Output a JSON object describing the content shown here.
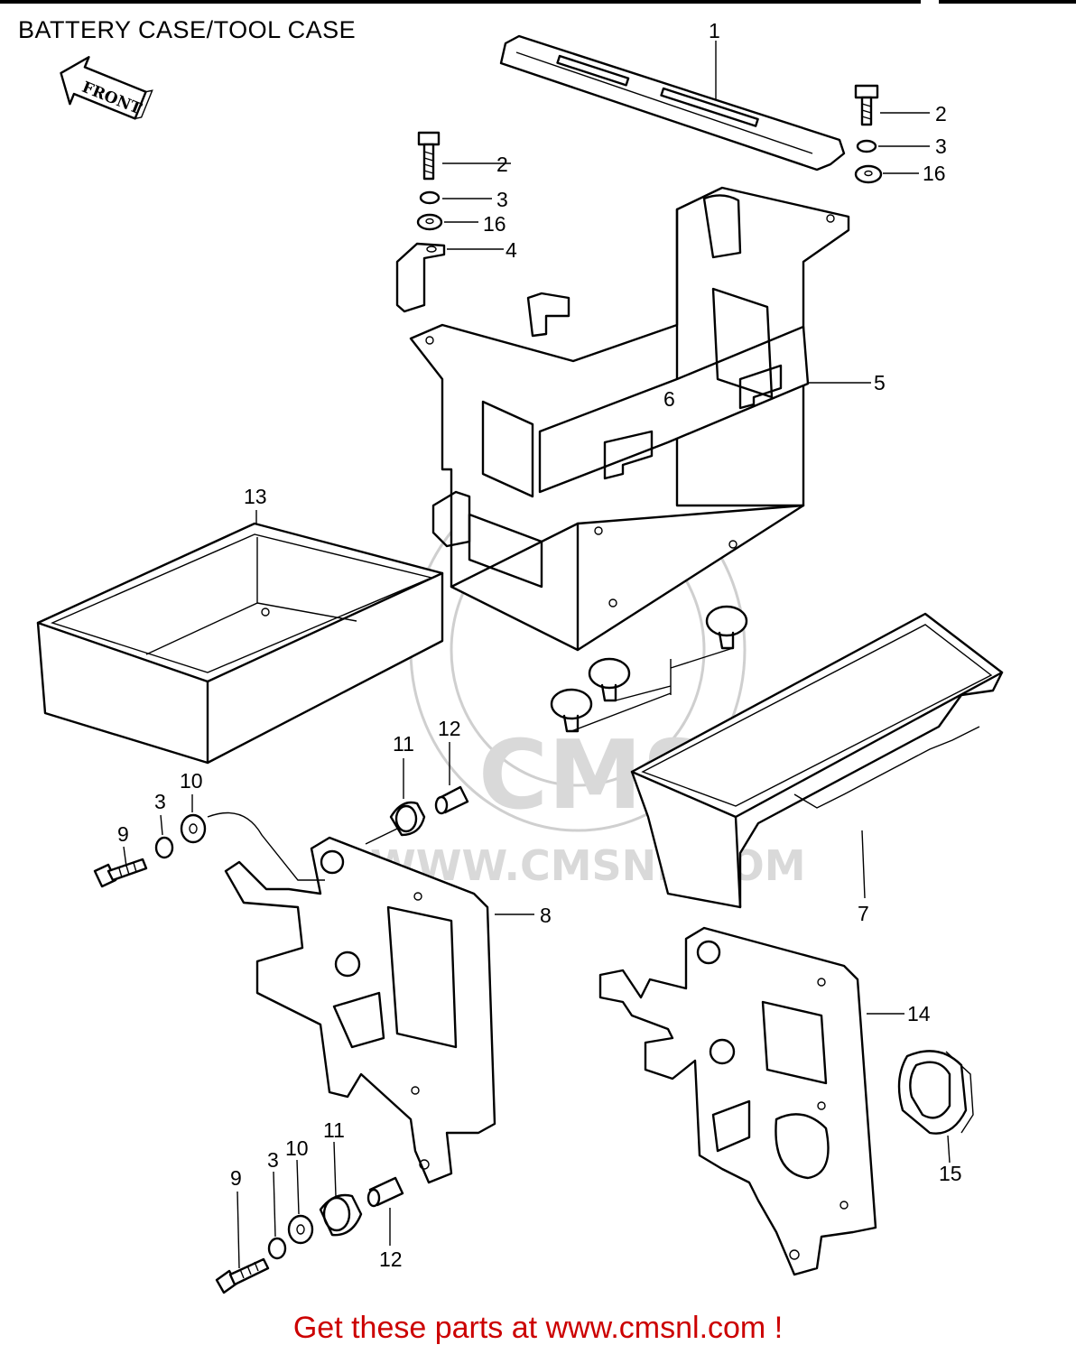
{
  "header": {
    "title": "BATTERY CASE/TOOL CASE"
  },
  "front_arrow": {
    "label": "FRONT"
  },
  "watermark": {
    "logo_text": "CMS",
    "url_text": "WWW.CMSNL.COM"
  },
  "footer": {
    "text": "Get these parts at www.cmsnl.com !",
    "color": "#cc0000"
  },
  "callouts": {
    "c1": "1",
    "c2a": "2",
    "c3a": "3",
    "c16a": "16",
    "c2b": "2",
    "c3b": "3",
    "c16b": "16",
    "c4": "4",
    "c5": "5",
    "c13": "13",
    "c6": "6",
    "c7": "7",
    "c11a": "11",
    "c12a": "12",
    "c10a": "10",
    "c3c": "3",
    "c9a": "9",
    "c8": "8",
    "c14": "14",
    "c15": "15",
    "c11b": "11",
    "c10b": "10",
    "c3d": "3",
    "c9b": "9",
    "c12b": "12"
  }
}
